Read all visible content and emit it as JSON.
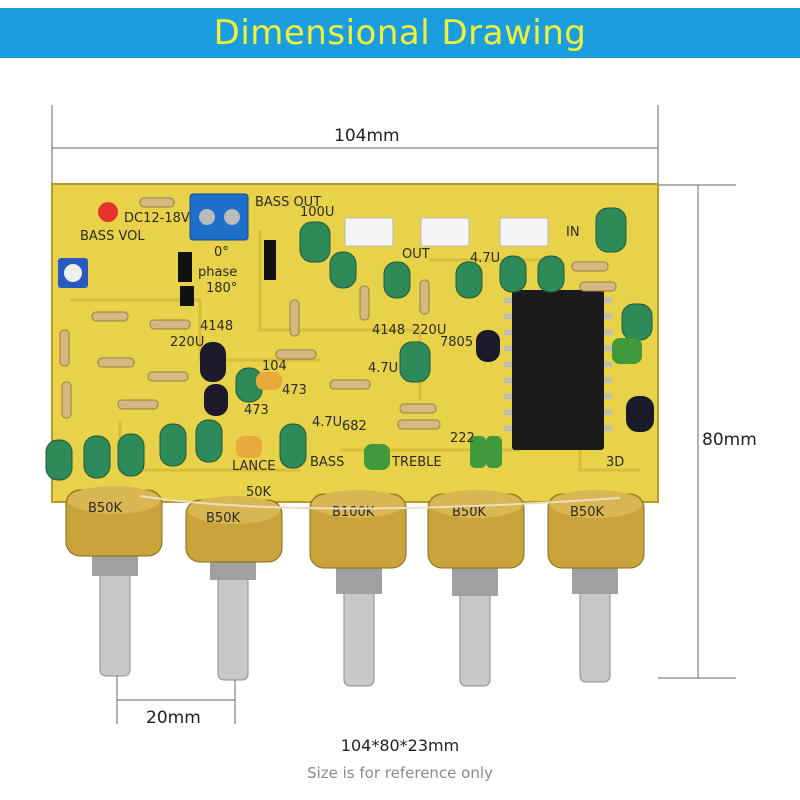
{
  "header": {
    "title": "Dimensional Drawing",
    "bg_color": "#1a9ee0",
    "title_color": "#f2f03a"
  },
  "dimensions": {
    "width_label": "104mm",
    "height_label": "80mm",
    "shaft_spacing_label": "20mm",
    "overall_label": "104*80*23mm",
    "note": "Size is for reference only"
  },
  "board_silkscreen": {
    "power": "DC12-18V",
    "bass_vol": "BASS VOL",
    "bass_out": "BASS OUT",
    "phase": "phase",
    "phase_0": "0°",
    "phase_180": "180°",
    "cap_100u": "100U",
    "cap_220u_a": "220U",
    "cap_220u_b": "220U",
    "cap_47u_a": "4.7U",
    "cap_47u_b": "4.7U",
    "cap_47u_c": "4.7U",
    "diode_4148_a": "4148",
    "diode_4148_b": "4148",
    "cap_104": "104",
    "cap_473_a": "473",
    "cap_473_b": "473",
    "cap_682": "682",
    "cap_222": "222",
    "reg_7805": "7805",
    "out": "OUT",
    "in": "IN",
    "bass": "BASS",
    "treble": "TREBLE",
    "balance": "LANCE",
    "mode_3d": "3D",
    "pot_50k": "50K",
    "pot_marks": [
      "B50K",
      "B50K",
      "B100K",
      "B50K",
      "B50K"
    ]
  },
  "colors": {
    "pcb": "#e8d24a",
    "pot_brass": "#c9a43a",
    "shaft": "#c8c8c8",
    "capacitor": "#2f8a5a"
  }
}
